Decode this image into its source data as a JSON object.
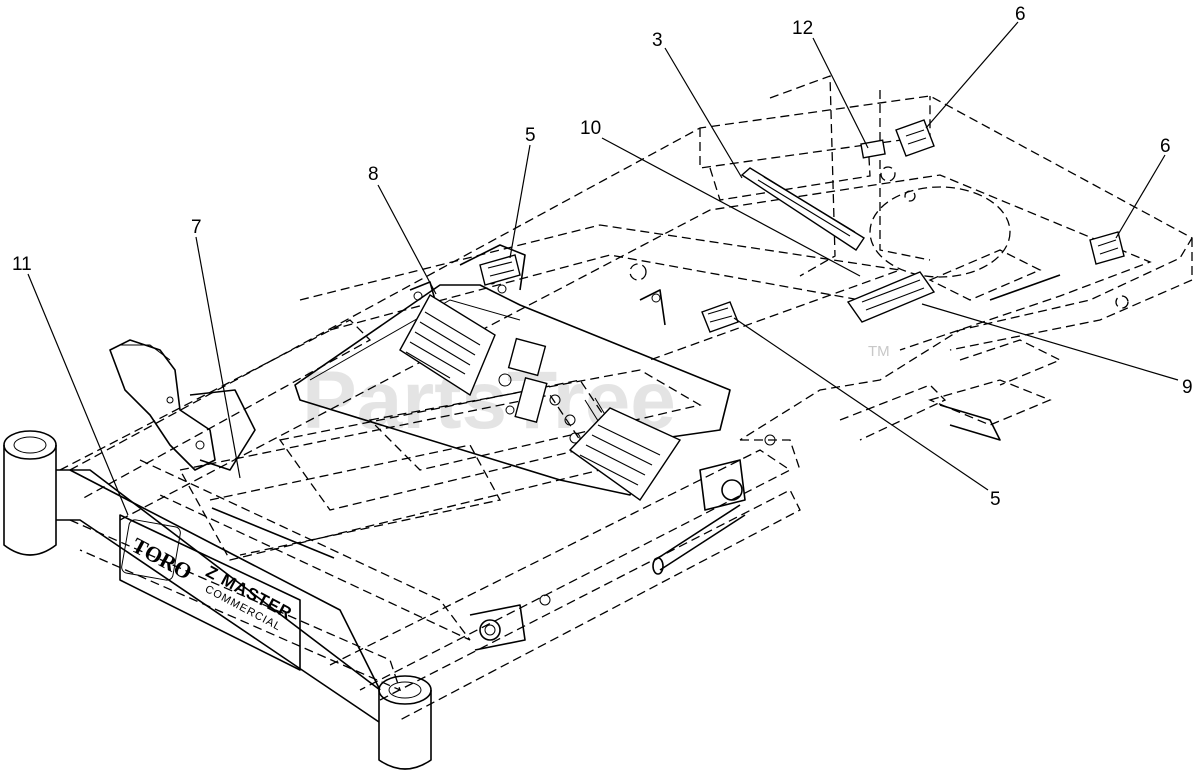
{
  "watermark": {
    "text": "PartsTree",
    "trademark": "TM"
  },
  "frame_logo": {
    "brand": "TORO",
    "model_line1": "Z MASTER",
    "model_line2": "COMMERCIAL"
  },
  "callouts": [
    {
      "id": "c3",
      "label": "3"
    },
    {
      "id": "c12",
      "label": "12"
    },
    {
      "id": "c6a",
      "label": "6"
    },
    {
      "id": "c6b",
      "label": "6"
    },
    {
      "id": "c5a",
      "label": "5"
    },
    {
      "id": "c10",
      "label": "10"
    },
    {
      "id": "c8",
      "label": "8"
    },
    {
      "id": "c7",
      "label": "7"
    },
    {
      "id": "c11",
      "label": "11"
    },
    {
      "id": "c9",
      "label": "9"
    },
    {
      "id": "c5b",
      "label": "5"
    }
  ]
}
